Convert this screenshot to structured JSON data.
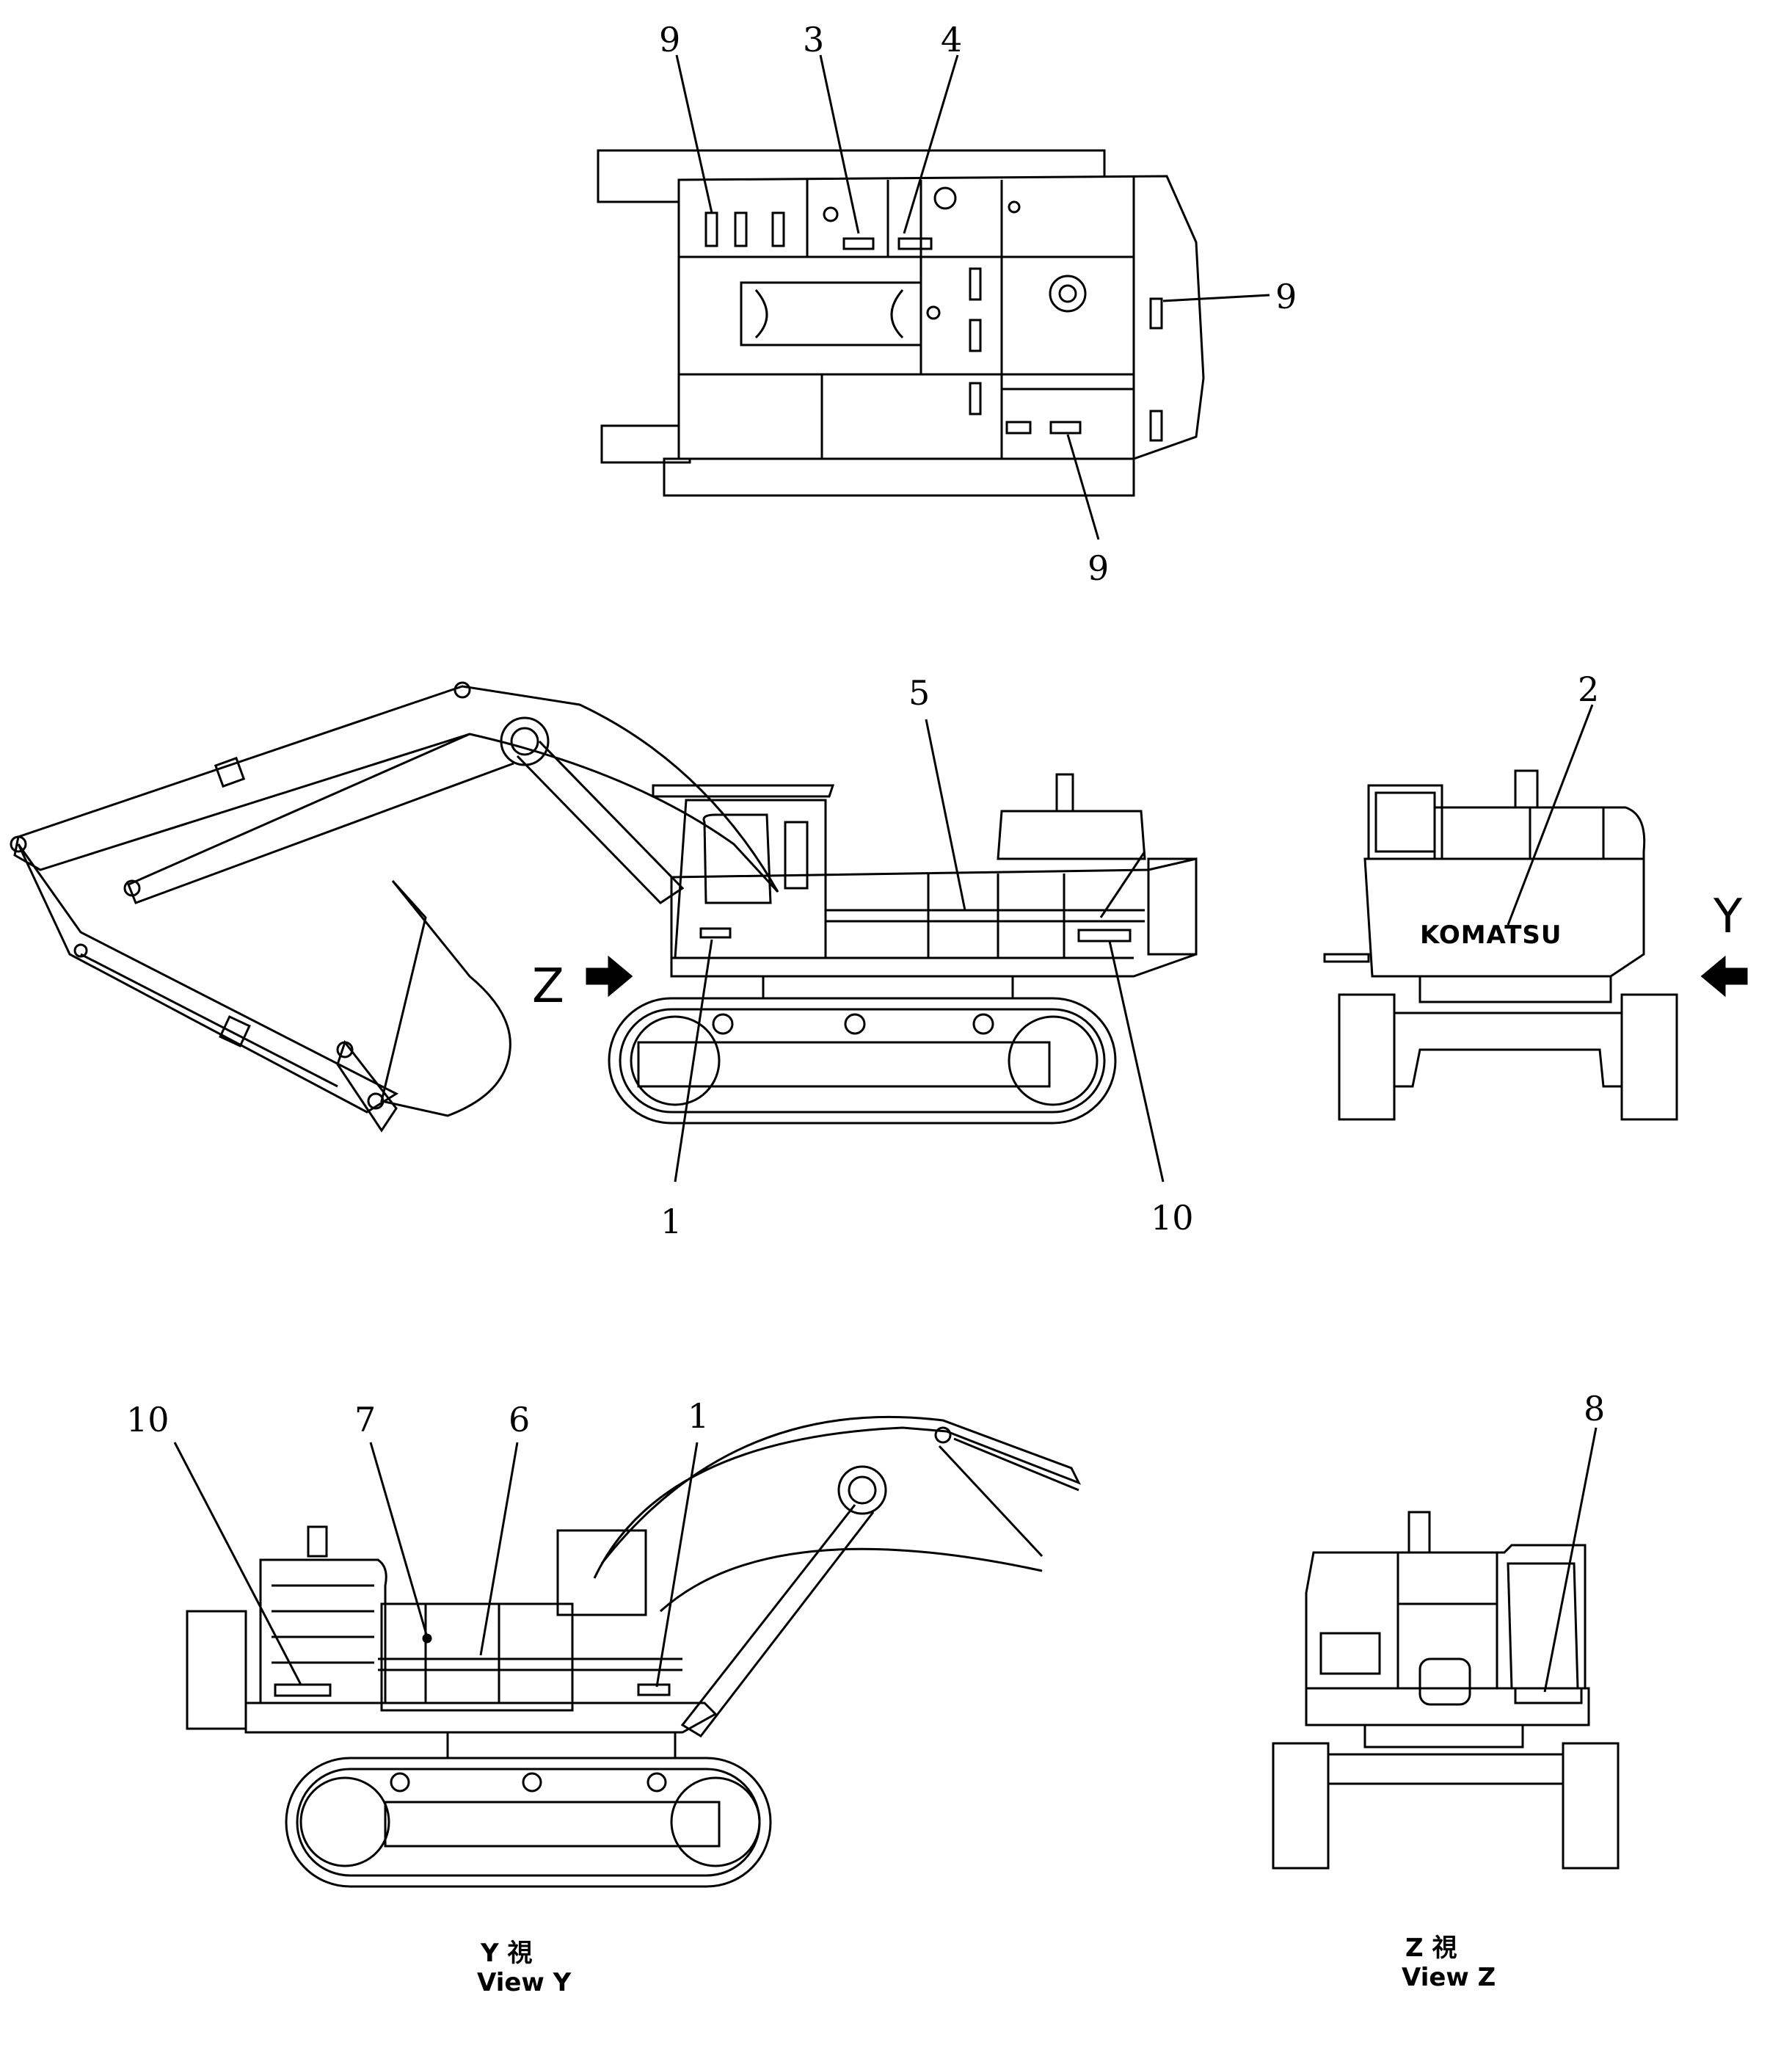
{
  "callouts": {
    "top": {
      "c9_a": "9",
      "c3": "3",
      "c4": "4",
      "c9_b": "9",
      "c9_c": "9"
    },
    "side": {
      "c5": "5",
      "c1": "1",
      "c10": "10"
    },
    "rear": {
      "c2": "2"
    },
    "view_y": {
      "c10": "10",
      "c7": "7",
      "c6": "6",
      "c1": "1"
    },
    "view_z": {
      "c8": "8"
    }
  },
  "arrows": {
    "z": "Z",
    "y": "Y"
  },
  "brand_text": "KOMATSU",
  "captions": {
    "view_y_jp": "Y 視",
    "view_y_en": "View Y",
    "view_z_jp": "Z 視",
    "view_z_en": "View Z"
  },
  "line_color": "#000000"
}
